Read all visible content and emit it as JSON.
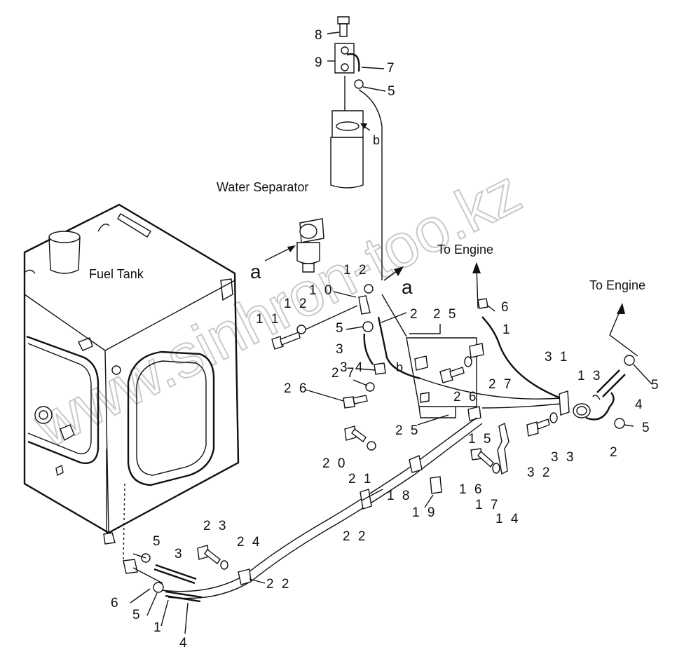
{
  "labels": {
    "water_separator": "Water Separator",
    "fuel_tank": "Fuel Tank",
    "to_engine_1": "To Engine",
    "to_engine_2": "To Engine",
    "view_a_1": "a",
    "view_a_2": "a",
    "view_b_1": "b",
    "view_b_2": "b"
  },
  "watermark": "www.sinhron-too.kz",
  "callouts": [
    "8",
    "9",
    "7",
    "5",
    "1 2",
    "1 0",
    "1 2",
    "1 1",
    "5",
    "2",
    "2 5",
    "6",
    "1",
    "3",
    "3 4",
    "2 7",
    "2 6",
    "2 6",
    "2 7",
    "3 1",
    "1 3",
    "5",
    "4",
    "5",
    "2",
    "2 5",
    "1 5",
    "3 2",
    "3 3",
    "2 0",
    "2 1",
    "1 8",
    "1 6",
    "1 7",
    "1 9",
    "1 4",
    "2 2",
    "2 3",
    "2 4",
    "5",
    "3",
    "2 2",
    "6",
    "5",
    "1",
    "4"
  ]
}
